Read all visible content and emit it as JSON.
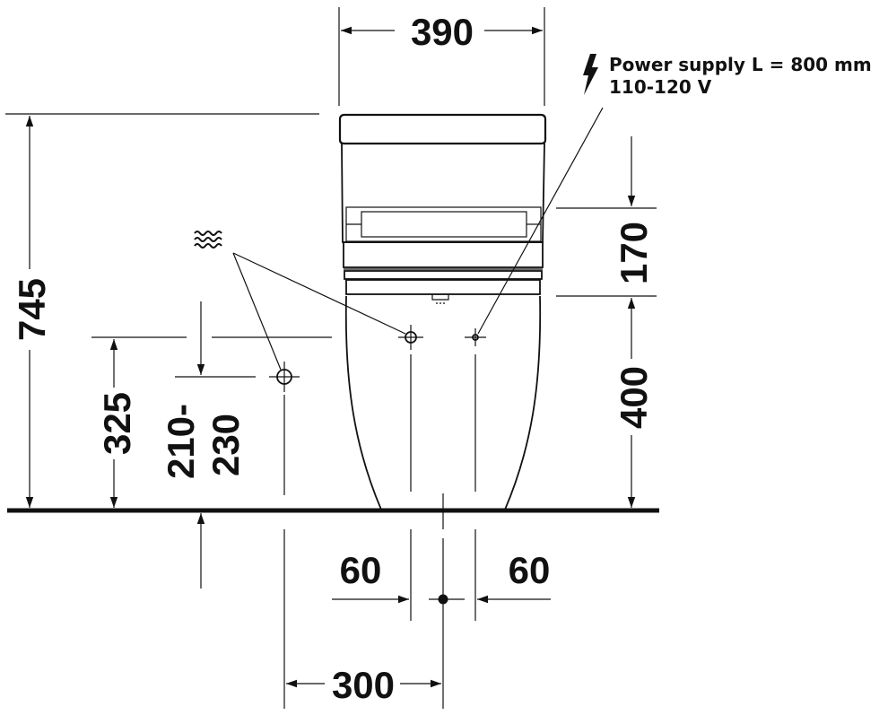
{
  "dimensions": {
    "width_total": "390",
    "height_total": "745",
    "height_tank": "170",
    "height_supply_right": "400",
    "height_water_inlet": "325",
    "height_waste_line1": "210-",
    "height_waste_line2": "230",
    "offset_left": "60",
    "offset_right": "60",
    "offset_wall": "300"
  },
  "notes": {
    "power_line1": "Power supply L = 800 mm",
    "power_line2": "110-120 V"
  },
  "icons": {
    "water": "water-waves-icon",
    "power": "lightning-bolt-icon"
  },
  "colors": {
    "ink": "#111111",
    "background": "#ffffff"
  }
}
